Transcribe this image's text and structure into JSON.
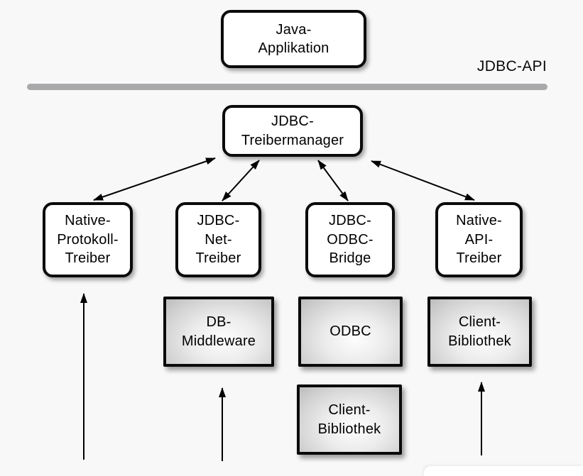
{
  "diagram": {
    "api_label": "JDBC-API",
    "nodes": {
      "java_app": {
        "label": "Java-\nApplikation"
      },
      "treibermanager": {
        "label": "JDBC-\nTreibermanager"
      },
      "native_protokoll": {
        "label": "Native-\nProtokoll-\nTreiber"
      },
      "jdbc_net": {
        "label": "JDBC-\nNet-\nTreiber"
      },
      "jdbc_odbc": {
        "label": "JDBC-\nODBC-\nBridge"
      },
      "native_api": {
        "label": "Native-\nAPI-\nTreiber"
      },
      "db_middleware": {
        "label": "DB-\nMiddleware"
      },
      "odbc": {
        "label": "ODBC"
      },
      "client_bibliothek_right": {
        "label": "Client-\nBibliothek"
      },
      "client_bibliothek_bottom": {
        "label": "Client-\nBibliothek"
      }
    },
    "colors": {
      "background": "#f8f8f8",
      "box_border": "#0a0a0a",
      "white_box_fill": "#ffffff",
      "gray_box_edge": "#bdbdbd",
      "gray_box_center": "#fdfdfd",
      "divider": "#a9a9ab",
      "arrow": "#000000",
      "text": "#000000"
    }
  }
}
